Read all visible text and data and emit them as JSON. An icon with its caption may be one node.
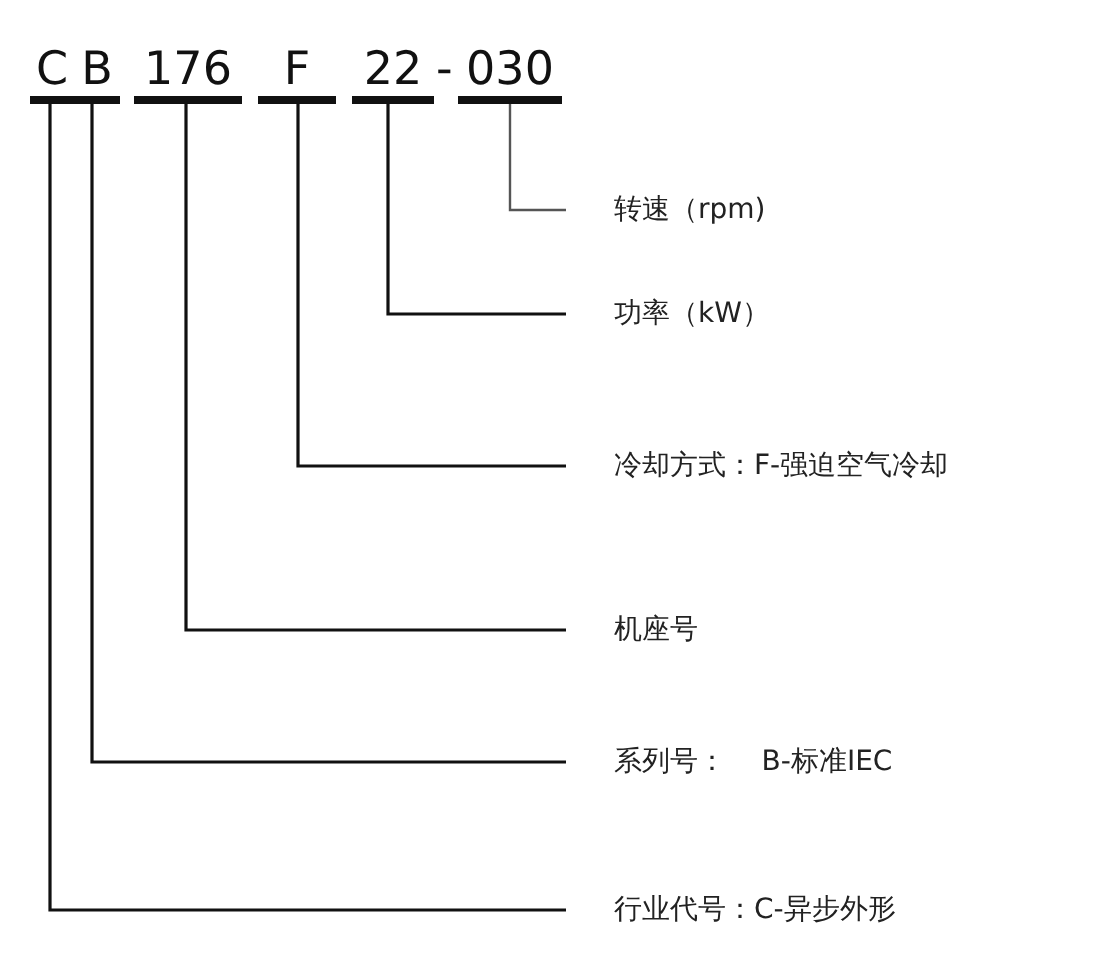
{
  "diagram": {
    "nodes": [
      {
        "text": [
          "C"
        ]
      },
      {
        "text": [
          "B"
        ]
      },
      {
        "text": [
          "176"
        ]
      },
      {
        "text": [
          "F"
        ]
      },
      {
        "text": [
          "22"
        ]
      },
      {
        "text": [
          "030"
        ]
      },
      {
        "text": [
          "转速（rpm)"
        ]
      },
      {
        "text": [
          "功率（kW）"
        ]
      },
      {
        "text": [
          "冷却方式：F-强迫空气冷却"
        ]
      },
      {
        "text": [
          "机座号"
        ]
      },
      {
        "text": [
          "系列号：    B-标准IEC"
        ]
      },
      {
        "text": [
          "行业代号：C-异步外形"
        ]
      }
    ],
    "edges": [
      {
        "from": 5,
        "to": 6,
        "arrow": "none"
      },
      {
        "from": 4,
        "to": 7,
        "arrow": "none"
      },
      {
        "from": 3,
        "to": 8,
        "arrow": "none"
      },
      {
        "from": 2,
        "to": 9,
        "arrow": "none"
      },
      {
        "from": 1,
        "to": 10,
        "arrow": "none"
      },
      {
        "from": 0,
        "to": 11,
        "arrow": "none"
      }
    ],
    "labels": [
      "-"
    ]
  }
}
